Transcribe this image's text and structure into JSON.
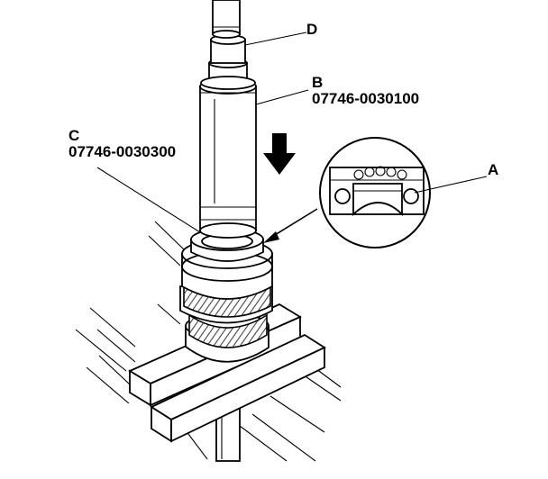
{
  "labels": {
    "a": {
      "letter": "A"
    },
    "b": {
      "letter": "B",
      "part_number": "07746-0030100"
    },
    "c": {
      "letter": "C",
      "part_number": "07746-0030300"
    },
    "d": {
      "letter": "D"
    }
  },
  "colors": {
    "ink": "#000000",
    "paper": "#ffffff",
    "hatch": "#444444"
  },
  "icons": {
    "direction": "down-arrow-icon"
  }
}
